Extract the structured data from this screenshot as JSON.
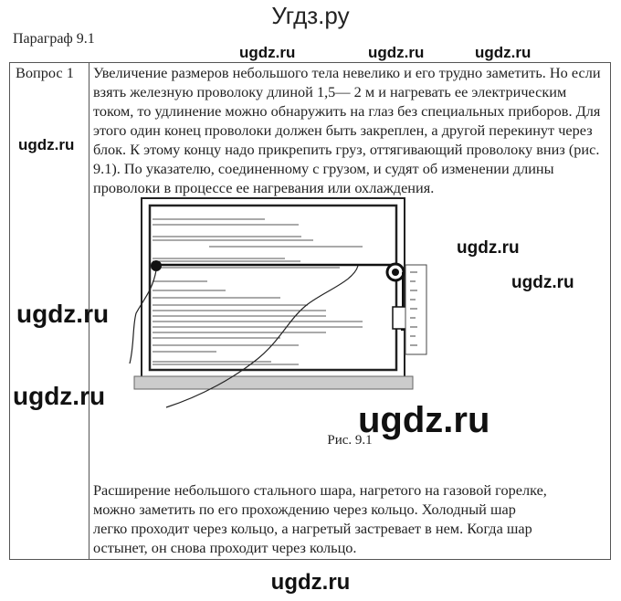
{
  "site_title": "Угдз.ру",
  "paragraph": "Параграф 9.1",
  "question_label": "Вопрос 1",
  "text_1": "Увеличение размеров небольшого тела невелико и его трудно заметить. Но если взять железную проволоку длиной 1,5— 2 м и нагревать ее электрическим током, то удлинение можно обнаружить на глаз без специальных приборов. Для этого один конец проволоки должен быть закреплен, а другой перекинут через блок. К этому концу надо прикрепить груз, оттягивающий проволоку вниз (рис. 9.1). По указателю, соединенному с грузом, и судят об изменении длины проволоки в процессе ее нагревания или охлаждения.",
  "figure_caption": "Рис. 9.1",
  "text_2": "Расширение небольшого стального шара, нагретого на газовой горелке, можно заметить по его прохождению через кольцо. Холодный шар легко проходит через кольцо, а нагретый застревает в нем. Когда шар остынет, он снова проходит через кольцо.",
  "watermark": "ugdz.ru"
}
